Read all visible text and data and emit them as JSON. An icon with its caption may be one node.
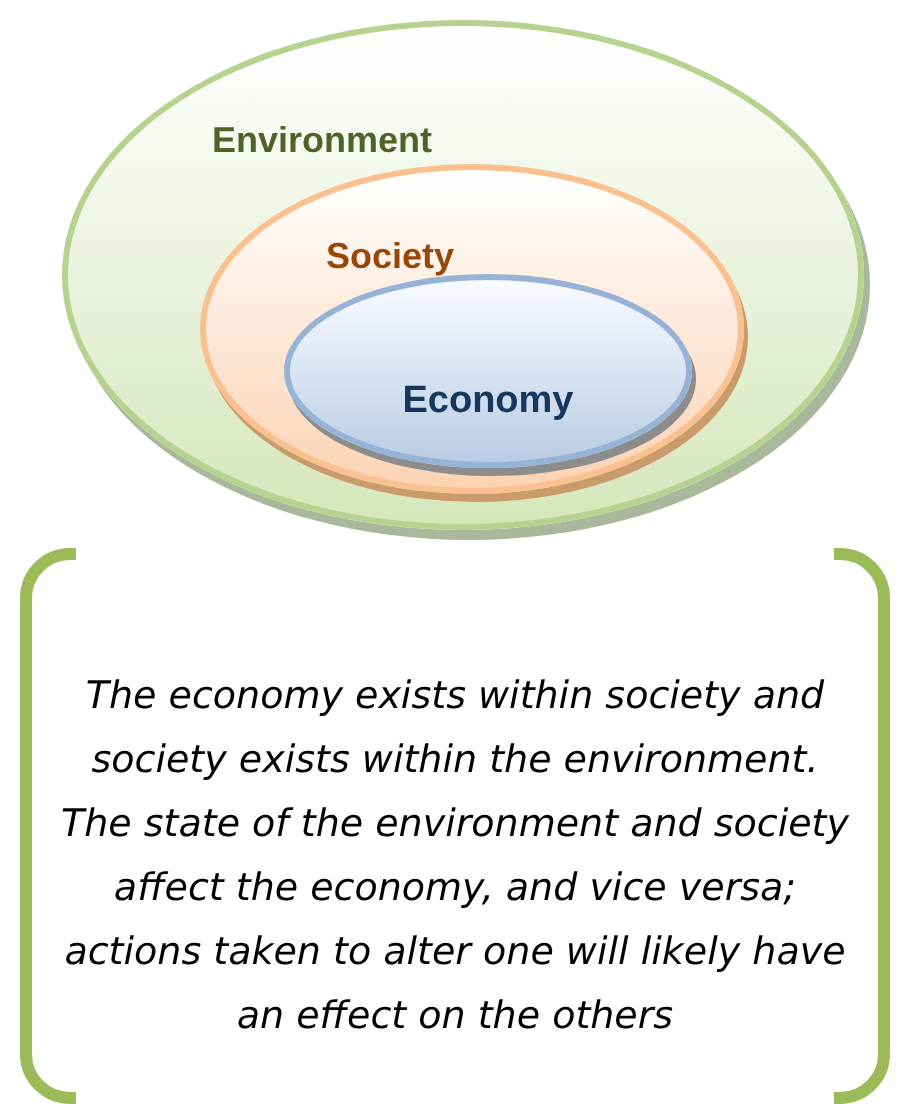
{
  "diagram": {
    "nodes": [
      {
        "text": [
          "Environment"
        ]
      },
      {
        "text": [
          "Society"
        ],
        "in": 0
      },
      {
        "text": [
          "Economy"
        ],
        "in": 1
      },
      {
        "text": [
          "The economy exists within society and society exists within the environment.  The state of the environment and society affect the economy, and vice versa; actions taken to alter one will likely have an effect on the others"
        ]
      }
    ],
    "edges": []
  }
}
